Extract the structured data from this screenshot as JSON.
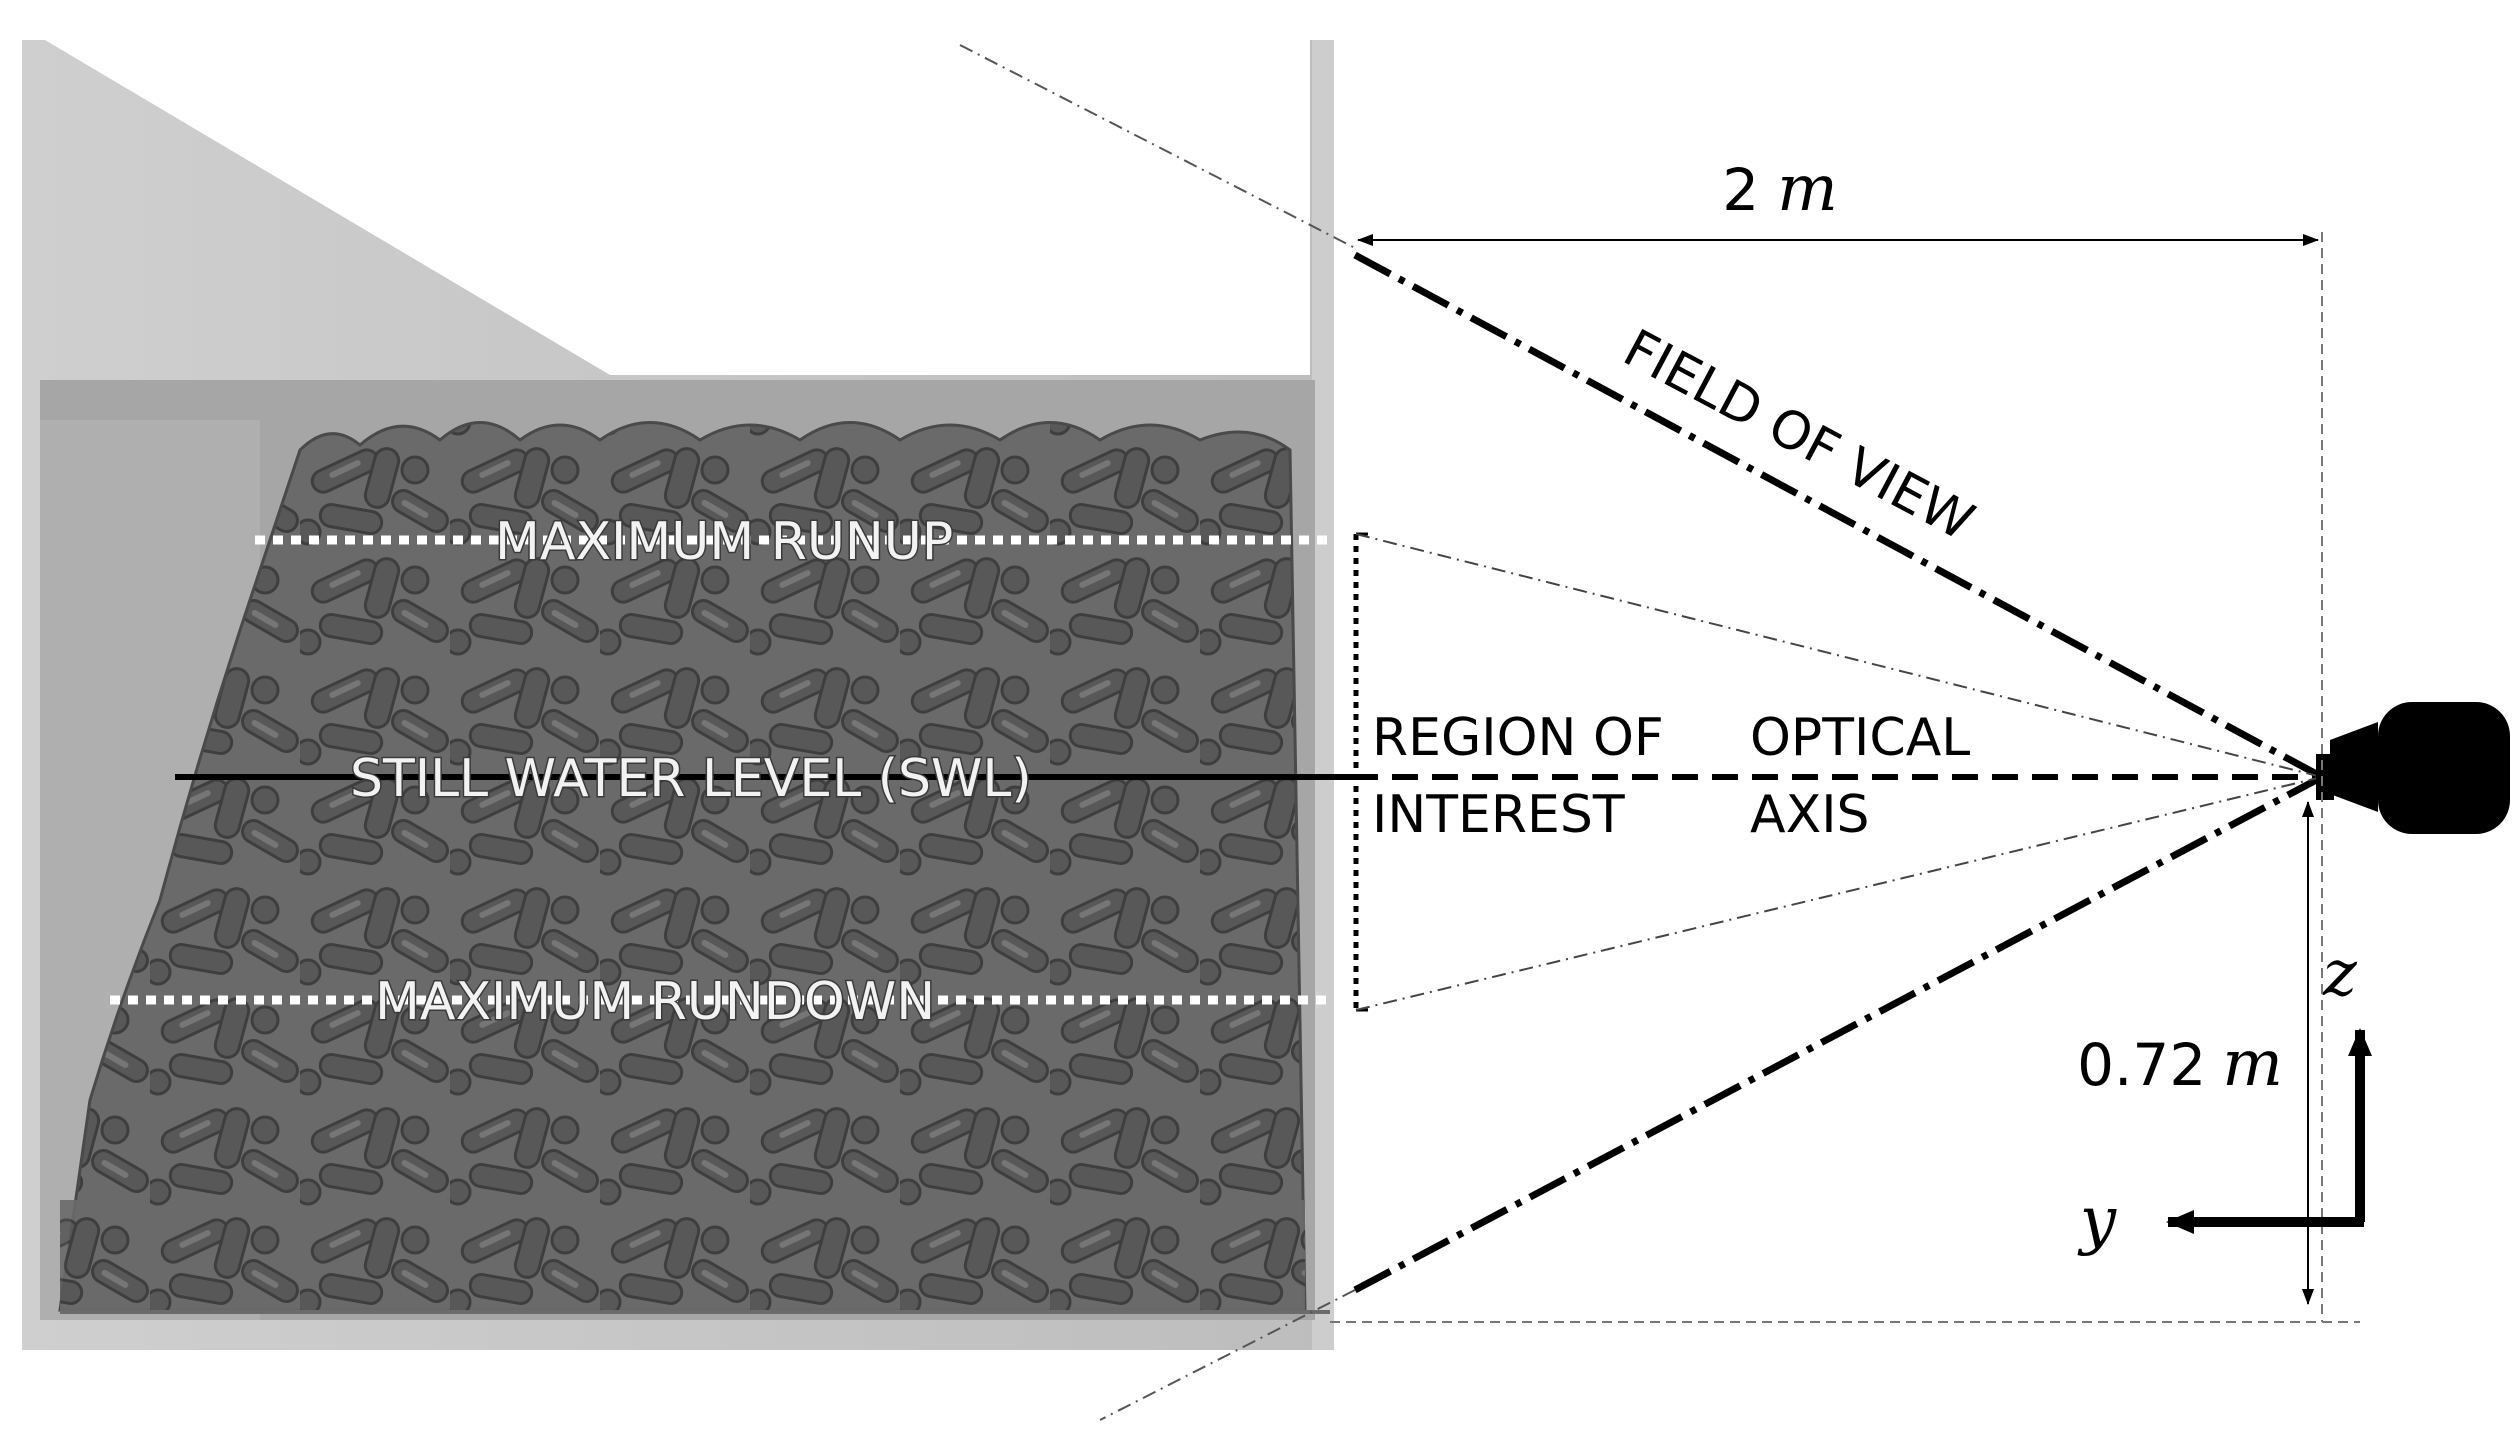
{
  "labels": {
    "maximum_runup": "MAXIMUM RUNUP",
    "still_water_level": "STILL WATER LEVEL (SWL)",
    "maximum_rundown": "MAXIMUM RUNDOWN",
    "region_of_interest_line1": "REGION OF",
    "region_of_interest_line2": "INTEREST",
    "optical_axis_line1": "OPTICAL",
    "optical_axis_line2": "AXIS",
    "field_of_view": "FIELD OF VIEW"
  },
  "dimensions": {
    "horizontal_value": "2",
    "horizontal_unit": "m",
    "vertical_value": "0.72",
    "vertical_unit": "m"
  },
  "axes": {
    "z": "z",
    "y": "y"
  },
  "icons": {
    "camera": "camera-icon"
  },
  "colors": {
    "armour_units": "#5e5e5e",
    "flume_wall": "#c8c8c8",
    "water_backdrop": "#a6a6a6",
    "lines": "#000000"
  }
}
